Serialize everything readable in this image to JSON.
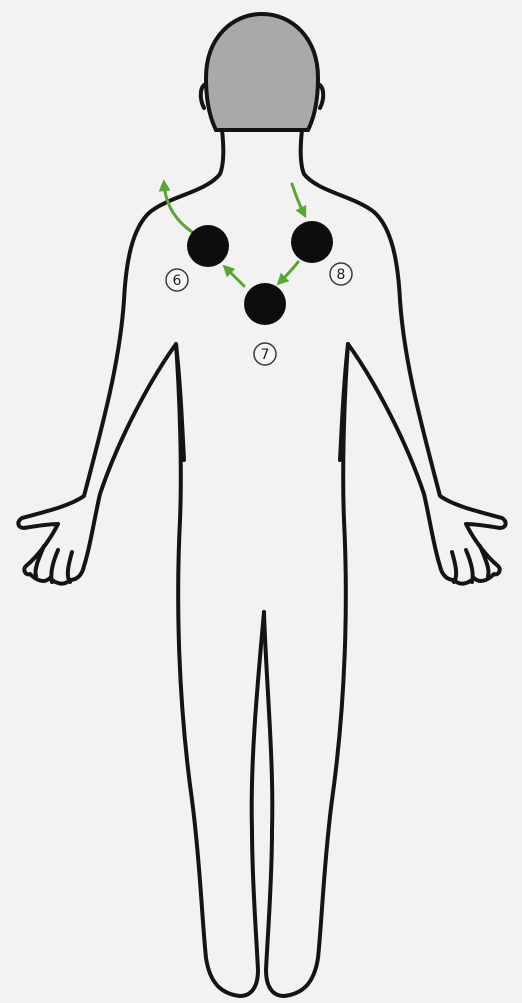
{
  "colors": {
    "background": "#f2f2f3",
    "outline": "#141414",
    "head_fill": "#a9a9ab",
    "point_fill": "#0d0d0d",
    "arrow": "#5aa632"
  },
  "points": [
    {
      "id": "point-6",
      "label": "6"
    },
    {
      "id": "point-7",
      "label": "7"
    },
    {
      "id": "point-8",
      "label": "8"
    }
  ]
}
